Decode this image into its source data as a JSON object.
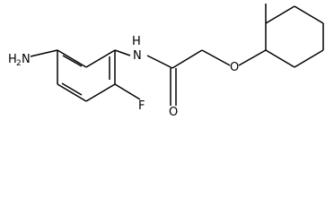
{
  "molecule": {
    "atoms": {
      "amine_h": "H",
      "amine_sub": "2",
      "amine_n": "N",
      "amide_n": "N",
      "amide_h": "H",
      "carbonyl_o": "O",
      "ether_o": "O",
      "fluorine": "F"
    },
    "colors": {
      "bond": "#000000",
      "text": "#000000",
      "background": "#ffffff"
    }
  }
}
